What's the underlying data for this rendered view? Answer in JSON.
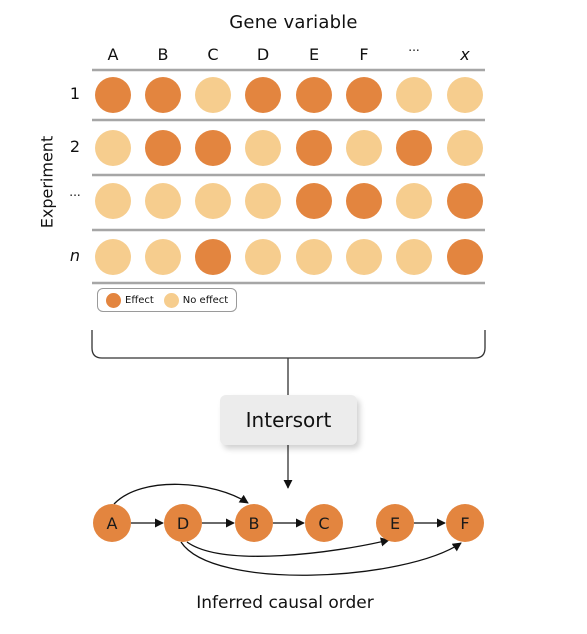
{
  "title": "Gene variable",
  "columns": [
    "A",
    "B",
    "C",
    "D",
    "E",
    "F",
    "...",
    "x"
  ],
  "y_axis_label": "Experiment",
  "rows": [
    {
      "label": "1",
      "cells": [
        1,
        1,
        0,
        1,
        1,
        1,
        0,
        0
      ]
    },
    {
      "label": "2",
      "cells": [
        0,
        1,
        1,
        0,
        1,
        0,
        1,
        0
      ]
    },
    {
      "label": "...",
      "cells": [
        0,
        0,
        0,
        0,
        1,
        1,
        0,
        1
      ]
    },
    {
      "label": "n",
      "cells": [
        0,
        0,
        1,
        0,
        0,
        0,
        0,
        1
      ]
    }
  ],
  "legend": {
    "effect": "Effect",
    "no_effect": "No effect"
  },
  "colors": {
    "effect": "#e3853f",
    "no_effect": "#f6cd8e",
    "divider": "#a6a6a6",
    "box": "#ececec"
  },
  "method": "Intersort",
  "causal_order": {
    "nodes": [
      "A",
      "D",
      "B",
      "C",
      "E",
      "F"
    ],
    "edges": [
      [
        "A",
        "D"
      ],
      [
        "D",
        "B"
      ],
      [
        "B",
        "C"
      ],
      [
        "E",
        "F"
      ],
      [
        "A",
        "B"
      ],
      [
        "D",
        "E"
      ],
      [
        "D",
        "F"
      ]
    ]
  },
  "caption": "Inferred causal order"
}
